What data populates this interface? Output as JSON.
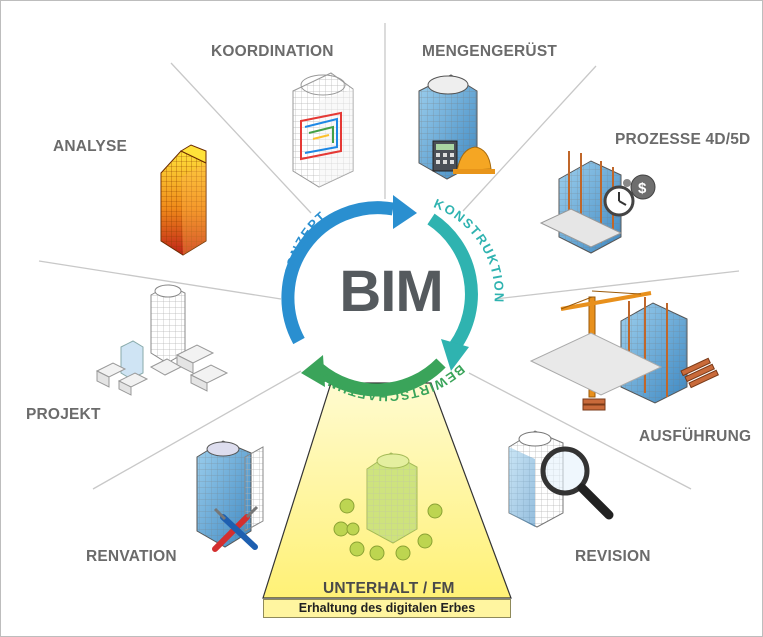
{
  "center": {
    "label": "BIM"
  },
  "cycle": {
    "konzept": "KONZEPT",
    "konstruktion": "KONSTRUKTION",
    "bewirtschaftung": "BEWIRTSCHAFTUNG"
  },
  "phases": {
    "koordination": "KOORDINATION",
    "mengengeruest": "MENGENGERÜST",
    "analyse": "ANALYSE",
    "prozesse": "PROZESSE 4D/5D",
    "projekt": "PROJEKT",
    "ausfuehrung": "AUSFÜHRUNG",
    "renovation": "RENVATION",
    "revision": "REVISION",
    "unterhalt": "UNTERHALT / FM"
  },
  "caption": "Erhaltung des digitalen Erbes",
  "colors": {
    "konzept_arrow": "#2a8fd0",
    "konstruktion_arrow": "#2fb3b0",
    "bewirtschaftung_arrow": "#3aa45a",
    "highlight": "#fdf07a",
    "divider": "#c8c8c8"
  }
}
